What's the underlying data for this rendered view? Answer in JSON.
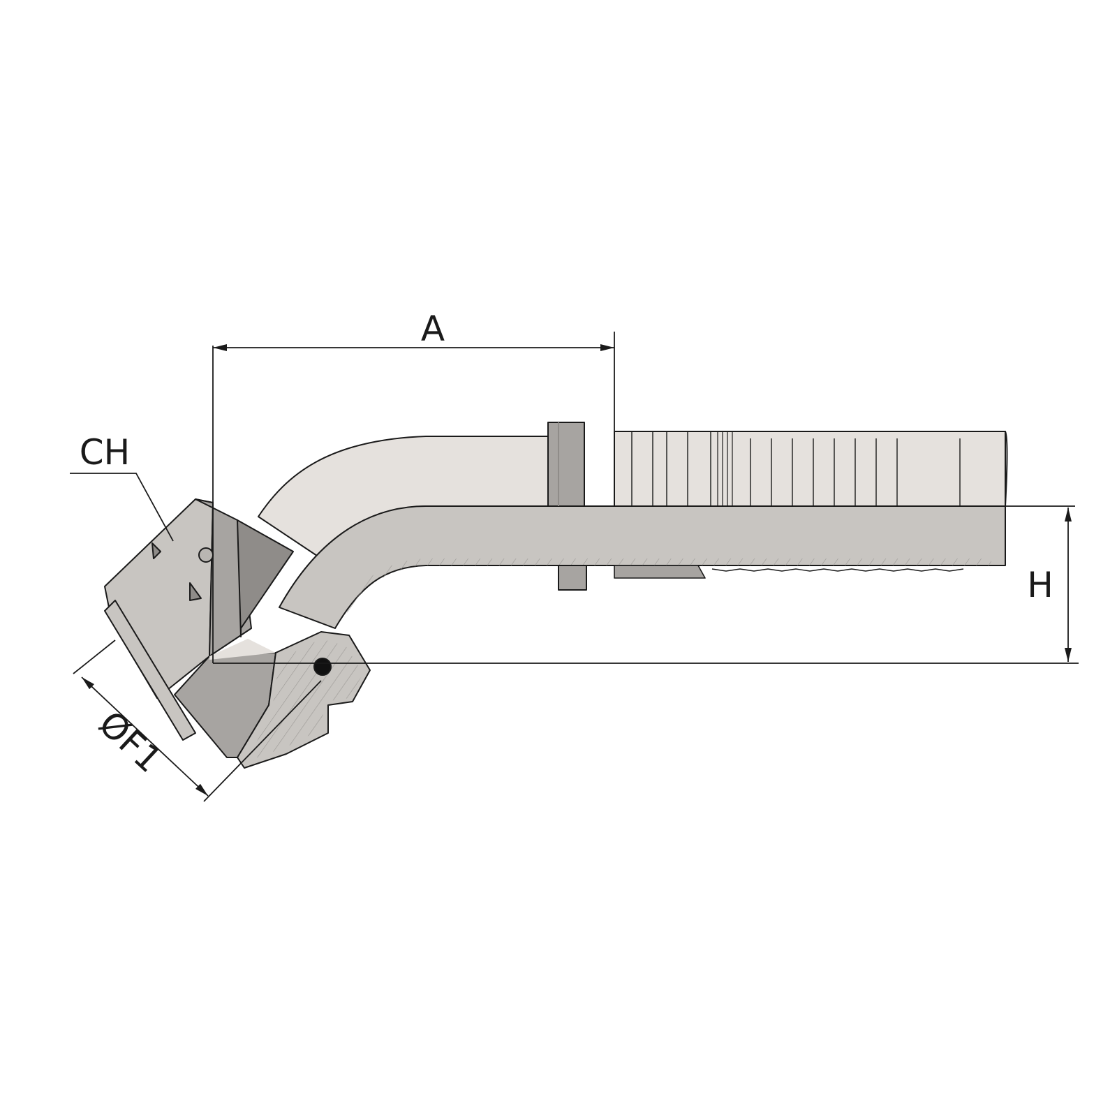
{
  "drawing": {
    "labels": {
      "a": "A",
      "ch": "CH",
      "h": "H",
      "f1": "ØF1"
    }
  },
  "colors": {
    "background": "#ffffff",
    "outline": "#1a1a1a",
    "light_metal": "#e5e1dd",
    "mid_metal": "#c8c5c1",
    "dark_metal": "#a7a4a1",
    "darker_metal": "#8f8c89"
  }
}
